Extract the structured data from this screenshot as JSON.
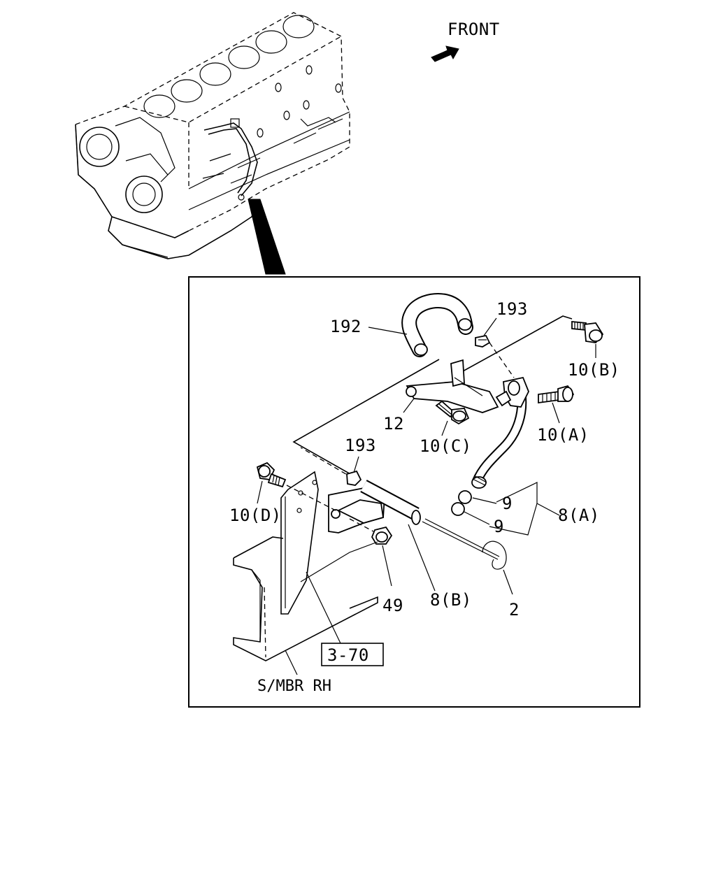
{
  "direction": {
    "label": "FRONT"
  },
  "callouts": {
    "hose_192": "192",
    "clip_193_top": "193",
    "clip_193_mid": "193",
    "bolt_10b": "10(B)",
    "bolt_10a": "10(A)",
    "bolt_10c": "10(C)",
    "bolt_10d": "10(D)",
    "bracket_12": "12",
    "oring_9_upper": "9",
    "oring_9_lower": "9",
    "tube_8a": "8(A)",
    "tube_8b": "8(B)",
    "nut_49": "49",
    "dipstick_2": "2"
  },
  "reference": {
    "page_ref": "3-70"
  },
  "member_label": "S/MBR RH"
}
